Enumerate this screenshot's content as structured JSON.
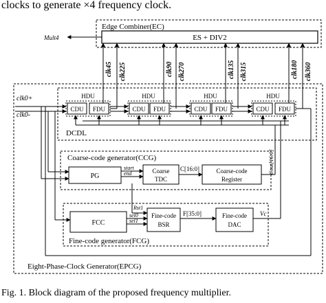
{
  "header_fragment": "clocks to generate ×4 frequency clock.",
  "caption": "Fig. 1. Block diagram of the proposed frequency multiplier.",
  "ec": {
    "title": "Edge Combiner(EC)",
    "block_label": "ES  +  DIV2",
    "output_label": "Mult4",
    "clock_labels": [
      "clk45",
      "clk225",
      "clk90",
      "clk270",
      "clk135",
      "clk315",
      "clk180",
      "clk360"
    ]
  },
  "dcdl": {
    "label": "DCDL",
    "hdu_label": "HDU",
    "cdu_label": "CDU",
    "fdu_label": "FDU",
    "input_pos": "clk0+",
    "input_neg": "clk0-"
  },
  "ccg": {
    "title": "Coarse-code generator(CCG)",
    "pg": "PG",
    "start": "start",
    "end": "end",
    "tdc_line1": "Coarse",
    "tdc_line2": "TDC",
    "bus": "C[16:0]",
    "reg_line1": "Coarse-code",
    "reg_line2": "Register",
    "cout": "Cout[16:0]"
  },
  "fcg": {
    "title": "Fine-code generator(FCG)",
    "fcc": "FCC",
    "rst": "Rst1",
    "sel0": "sel0",
    "sel1": "sel1",
    "bsr_line1": "Fine-code",
    "bsr_line2": "BSR",
    "bus": "F[35:0]",
    "dac_line1": "Fine-code",
    "dac_line2": "DAC",
    "vc": "Vc"
  },
  "epcg": {
    "title": "Eight-Phase-Clock Generator(EPCG)"
  }
}
